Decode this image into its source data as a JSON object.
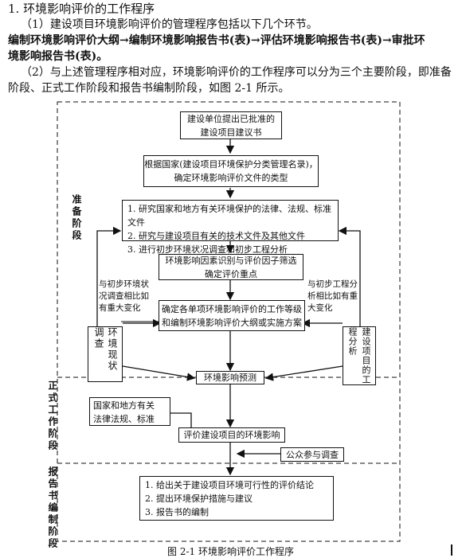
{
  "heading": "1. 环境影响评价的工作程序",
  "para1": "（1）建设项目环境影响评价的管理程序包括以下几个环节。",
  "para2_line1": "编制环境影响评价大纲→编制环境影响报告书(表)→评估环境影响报告书(表)→审批环",
  "para2_line2": "境影响报告书(表)。",
  "para3_line1": "（2）与上述管理程序相对应，环境影响评价的工作程序可以分为三个主要阶段，即准备",
  "para3_line2": "阶段、正式工作阶段和报告书编制阶段，如图 2-1 所示。",
  "stages": {
    "prep": "准备阶段",
    "formal": "正式工作阶段",
    "report": "报告书编制阶段"
  },
  "boxes": {
    "b1": [
      "建设单位提出已批准的",
      "建设项目建议书"
    ],
    "b2": [
      "根据国家(建设项目环境保护分类管理名录)，",
      "确定环境影响评价文件的类型"
    ],
    "b3": [
      "1. 研究国家和地方有关环境保护的法律、法规、标准文件",
      "2. 研究与建设项目有关的技术文件及其他文件",
      "3. 进行初步环境状况调查和初步工程分析"
    ],
    "b4": [
      "环境影响因素识别与评价因子筛选",
      "确定评价重点"
    ],
    "b5": [
      "确定各单项环境影响评价的工作等级",
      "和编制环境影响评价大纲或实施方案"
    ],
    "left_survey": "环境现状调查",
    "right_analysis": "建设项目的工程分析",
    "b6": "环境影响预测",
    "laws": [
      "国家和地方有关",
      "法律法规、标准"
    ],
    "b7": "评价建设项目的环境影响",
    "public": "公众参与调查",
    "b8": [
      "1. 给出关于建设项目环境可行性的评价结论",
      "2. 提出环境保护措施与建议",
      "3. 报告书的编制"
    ]
  },
  "notes": {
    "left": [
      "与初步环境状",
      "况调查相比如",
      "有重大变化"
    ],
    "right": [
      "与初步工程分",
      "析相比如有重",
      "大变化"
    ]
  },
  "caption": "图 2-1   环境影响评价工作程序"
}
